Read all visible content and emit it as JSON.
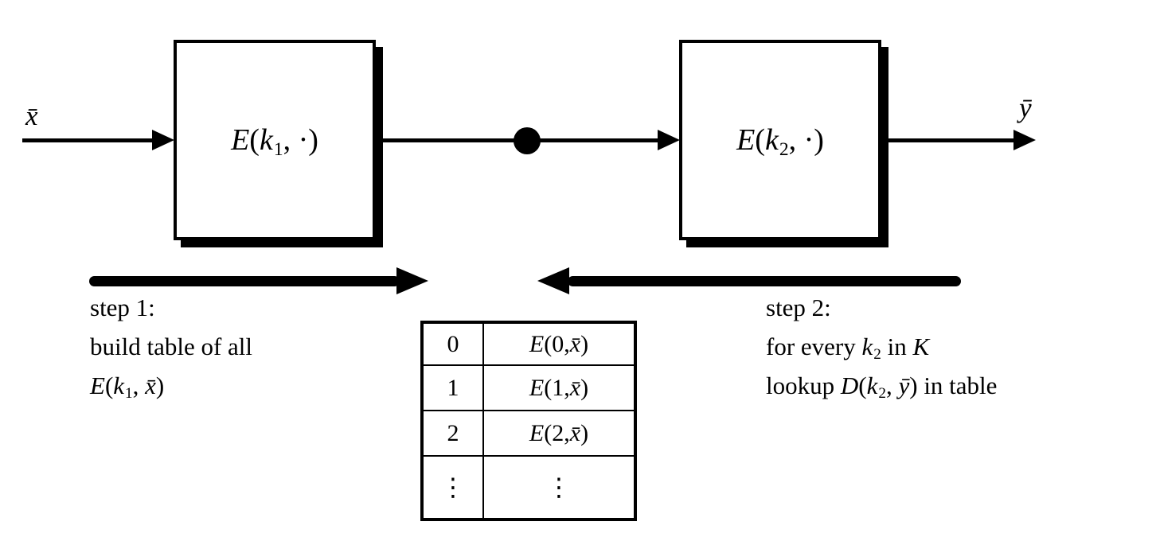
{
  "colors": {
    "ink": "#000000",
    "background": "#ffffff"
  },
  "flow": {
    "input_label": [
      {
        "t": "x̄",
        "s": "i"
      }
    ],
    "output_label": [
      {
        "t": "ȳ",
        "s": "i"
      }
    ],
    "box1_label": [
      {
        "t": "E",
        "s": "i"
      },
      {
        "t": "(",
        "s": "n"
      },
      {
        "t": "k",
        "s": "i"
      },
      {
        "t": "1",
        "s": "sub"
      },
      {
        "t": ", ",
        "s": "n"
      },
      {
        "t": "·",
        "s": "n"
      },
      {
        "t": ")",
        "s": "n"
      }
    ],
    "box2_label": [
      {
        "t": "E",
        "s": "i"
      },
      {
        "t": "(",
        "s": "n"
      },
      {
        "t": "k",
        "s": "i"
      },
      {
        "t": "2",
        "s": "sub"
      },
      {
        "t": ", ",
        "s": "n"
      },
      {
        "t": "·",
        "s": "n"
      },
      {
        "t": ")",
        "s": "n"
      }
    ]
  },
  "steps": {
    "step1": {
      "line1": "step 1:",
      "line2": "build table of all",
      "line3": [
        {
          "t": "E",
          "s": "i"
        },
        {
          "t": "(",
          "s": "n"
        },
        {
          "t": "k",
          "s": "i"
        },
        {
          "t": "1",
          "s": "sub"
        },
        {
          "t": ", ",
          "s": "n"
        },
        {
          "t": "x̄",
          "s": "i"
        },
        {
          "t": ")",
          "s": "n"
        }
      ]
    },
    "step2": {
      "line1": "step 2:",
      "line2": [
        {
          "t": "for every ",
          "s": "n"
        },
        {
          "t": "k",
          "s": "i"
        },
        {
          "t": "2",
          "s": "sub"
        },
        {
          "t": " in ",
          "s": "n"
        },
        {
          "t": "K",
          "s": "cal"
        }
      ],
      "line3": [
        {
          "t": "lookup ",
          "s": "n"
        },
        {
          "t": "D",
          "s": "i"
        },
        {
          "t": "(",
          "s": "n"
        },
        {
          "t": "k",
          "s": "i"
        },
        {
          "t": "2",
          "s": "sub"
        },
        {
          "t": ", ",
          "s": "n"
        },
        {
          "t": "ȳ",
          "s": "i"
        },
        {
          "t": ")",
          "s": "n"
        },
        {
          "t": " in table",
          "s": "n"
        }
      ]
    }
  },
  "table": {
    "rows": [
      {
        "key": [
          {
            "t": "0",
            "s": "n"
          }
        ],
        "value": [
          {
            "t": "E",
            "s": "i"
          },
          {
            "t": "(0, ",
            "s": "n"
          },
          {
            "t": "x̄",
            "s": "i"
          },
          {
            "t": ")",
            "s": "n"
          }
        ]
      },
      {
        "key": [
          {
            "t": "1",
            "s": "n"
          }
        ],
        "value": [
          {
            "t": "E",
            "s": "i"
          },
          {
            "t": "(1, ",
            "s": "n"
          },
          {
            "t": "x̄",
            "s": "i"
          },
          {
            "t": ")",
            "s": "n"
          }
        ]
      },
      {
        "key": [
          {
            "t": "2",
            "s": "n"
          }
        ],
        "value": [
          {
            "t": "E",
            "s": "i"
          },
          {
            "t": "(2, ",
            "s": "n"
          },
          {
            "t": "x̄",
            "s": "i"
          },
          {
            "t": ")",
            "s": "n"
          }
        ]
      },
      {
        "key": [
          {
            "t": "⋮",
            "s": "dots"
          }
        ],
        "value": [
          {
            "t": "⋮",
            "s": "dots"
          }
        ]
      }
    ]
  }
}
